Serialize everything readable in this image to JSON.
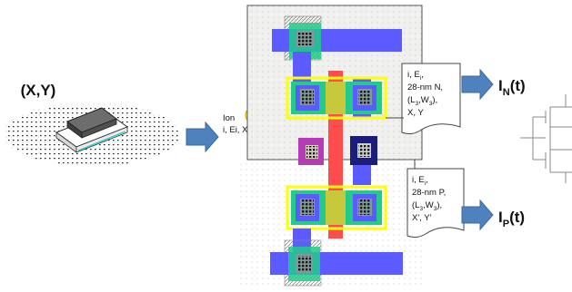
{
  "coord_label": "(X,Y)",
  "ion": {
    "title": "Ion",
    "params": "i, Ei, X, Y"
  },
  "nmos_note": {
    "line1": {
      "text": "i, E",
      "sub": "i",
      "tail": ","
    },
    "line2": "28-nm N,",
    "line3": {
      "open": "(L",
      "s1": "3",
      "mid": ",W",
      "s2": "3",
      "close": "),",
      "after": ""
    },
    "line4": "X, Y"
  },
  "pmos_note": {
    "line1": {
      "text": "i, E",
      "sub": "i",
      "tail": ","
    },
    "line2": "28-nm P,",
    "line3": {
      "open": "(L",
      "s1": "3",
      "mid": ",W",
      "s2": "3",
      "close": "),",
      "after": ""
    },
    "line4": "X', Y'"
  },
  "outputs": {
    "n": {
      "base": "I",
      "sub": "N",
      "tail": "(t)"
    },
    "p": {
      "base": "I",
      "sub": "P",
      "tail": "(t)"
    }
  },
  "colors": {
    "arrow": "#4f81bd",
    "metal": "#5b5bff",
    "poly": "#ff4d4d",
    "highlight": "#ffff00",
    "diffusion": "#22cc88",
    "ion_dot": "#ffe23a"
  }
}
